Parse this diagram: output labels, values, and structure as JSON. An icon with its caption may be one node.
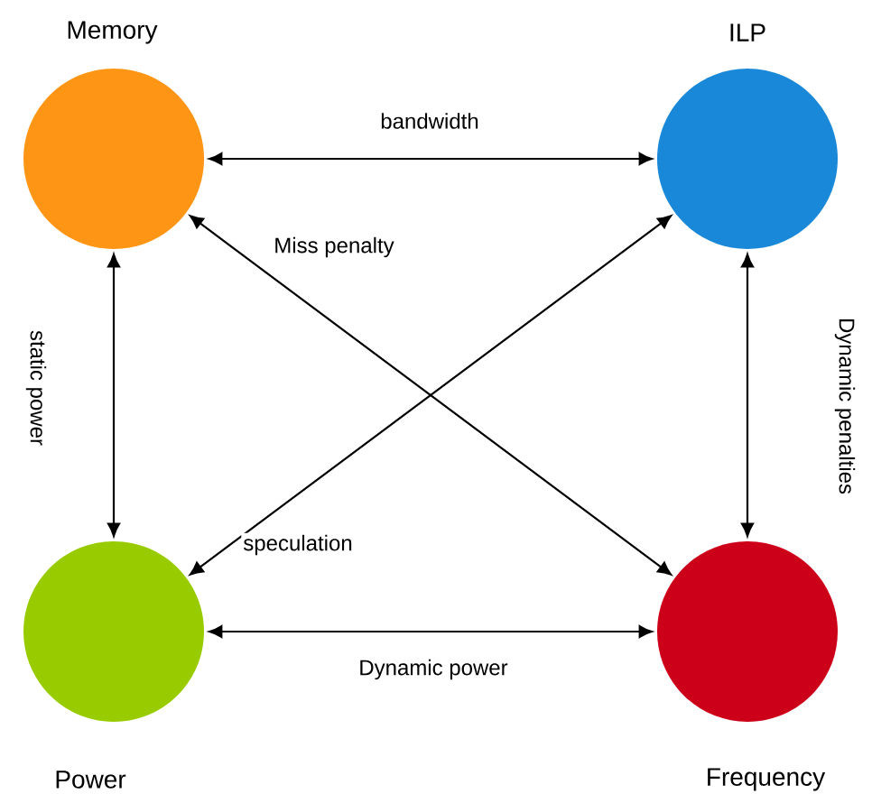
{
  "diagram": {
    "nodes": [
      {
        "text": [
          "Memory"
        ]
      },
      {
        "text": [
          "ILP"
        ]
      },
      {
        "text": [
          "Power"
        ]
      },
      {
        "text": [
          "Frequency"
        ]
      }
    ],
    "edges": [
      {
        "from": 0,
        "to": 1,
        "arrow": "both",
        "label": "bandwidth"
      },
      {
        "from": 0,
        "to": 2,
        "arrow": "both",
        "label": "static power"
      },
      {
        "from": 1,
        "to": 3,
        "arrow": "both",
        "label": "Dynamic penalties"
      },
      {
        "from": 2,
        "to": 3,
        "arrow": "both",
        "label": "Dynamic power"
      },
      {
        "from": 0,
        "to": 3,
        "arrow": "both",
        "label": "Miss penalty"
      },
      {
        "from": 1,
        "to": 2,
        "arrow": "both",
        "label": "speculation"
      }
    ]
  }
}
